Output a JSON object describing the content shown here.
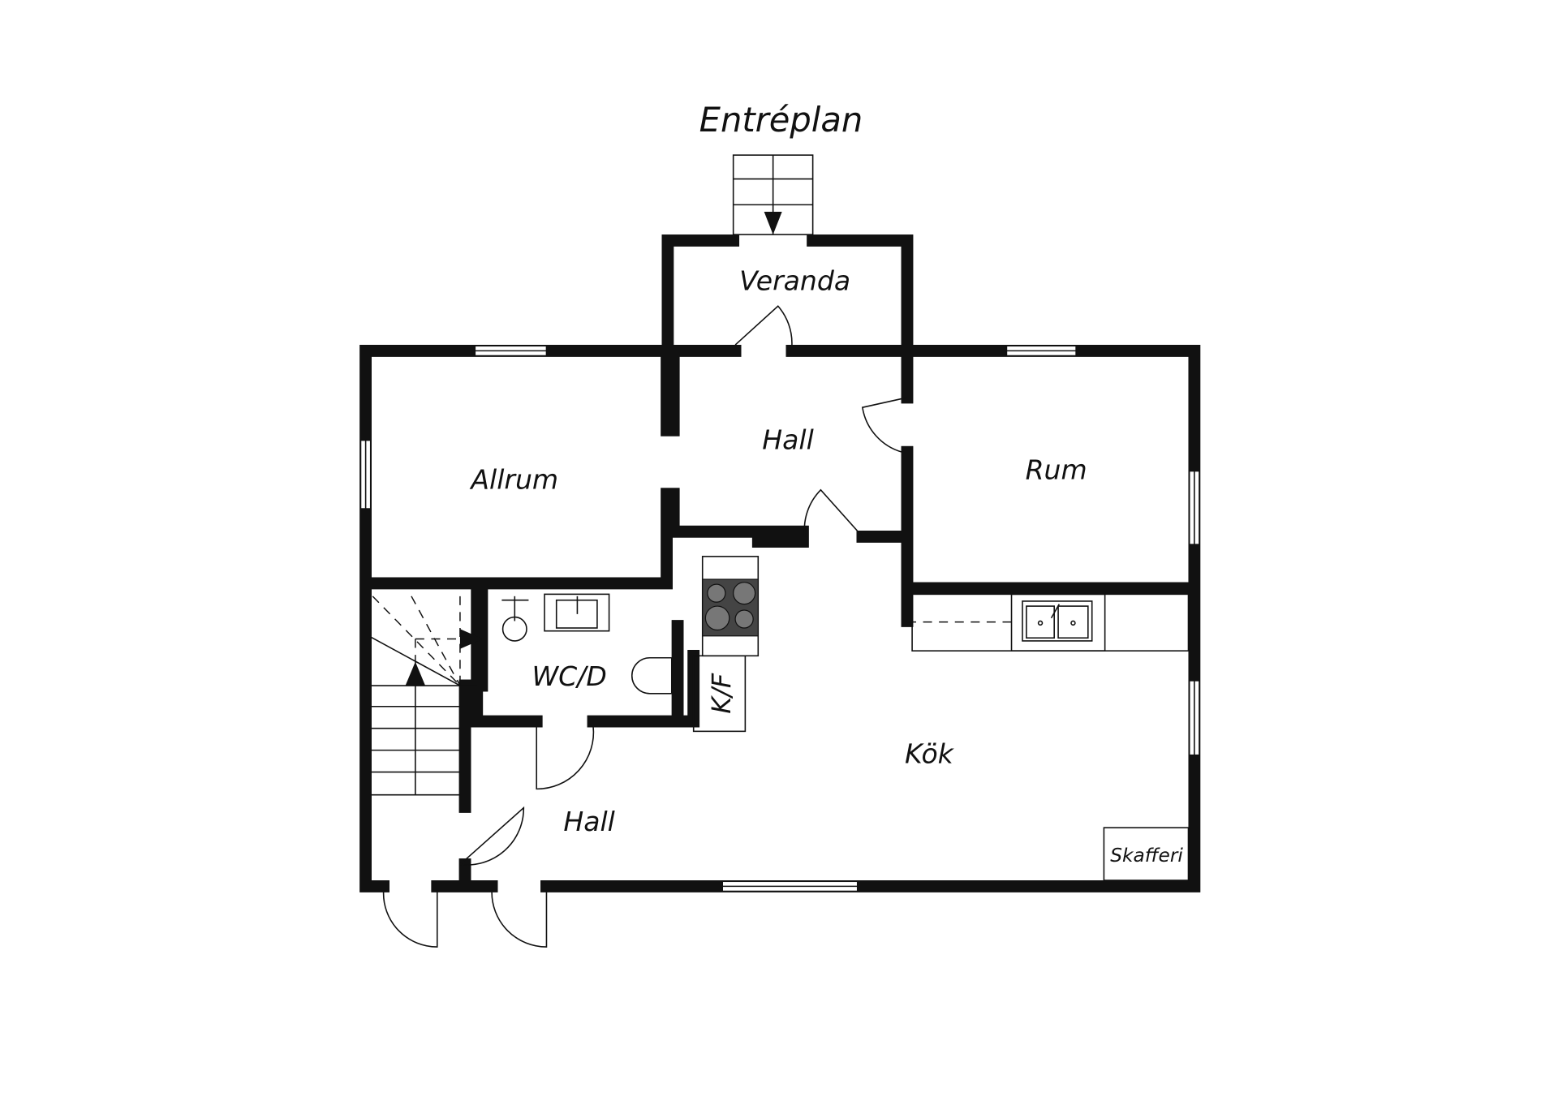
{
  "title": "Entréplan",
  "rooms": {
    "veranda": "Veranda",
    "hall_upper": "Hall",
    "allrum": "Allrum",
    "rum": "Rum",
    "wc": "WC/D",
    "kf": "K/F",
    "kok": "Kök",
    "hall_lower": "Hall",
    "skafferi": "Skafferi"
  }
}
